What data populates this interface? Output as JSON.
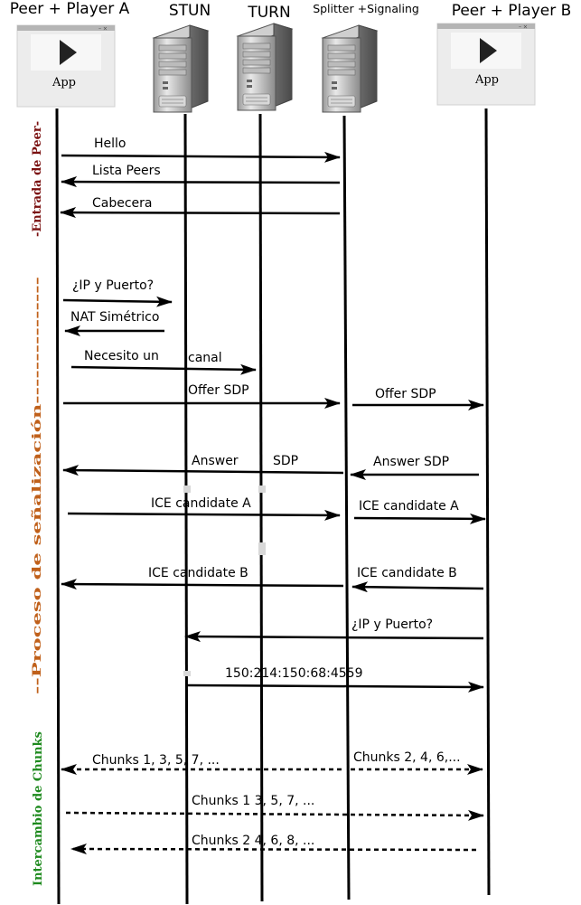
{
  "participants": {
    "peer_a": "Peer + Player A",
    "stun": "STUN",
    "turn": "TURN",
    "splitter": "Splitter +Signaling",
    "peer_b": "Peer + Player B"
  },
  "app_label": "App",
  "phases": {
    "entrada": {
      "label": "-Entrada de Peer-",
      "color": "#7a1010"
    },
    "senalizacion": {
      "label": "--Proceso de señalización---------------",
      "color": "#c0601a"
    },
    "intercambio": {
      "label": "Intercambio de Chunks",
      "color": "#1e8a1e"
    }
  },
  "messages": {
    "hello": "Hello",
    "lista_peers": "Lista Peers",
    "cabecera": "Cabecera",
    "ip_puerto_a": "¿IP y Puerto?",
    "nat_simetrico": "NAT Simétrico",
    "necesito_1": "Necesito un",
    "necesito_2": "canal",
    "offer_a": "Offer SDP",
    "offer_b": "Offer SDP",
    "answer_a_1": "Answer",
    "answer_a_2": "SDP",
    "answer_b": "Answer SDP",
    "ice_a_left": "ICE candidate A",
    "ice_a_right": "ICE candidate A",
    "ice_b_left": "ICE candidate B",
    "ice_b_right": "ICE candidate B",
    "ip_puerto_b": "¿IP y Puerto?",
    "ip_address": "150:214:150:68:4559",
    "chunks_a_odd": "Chunks 1, 3, 5, 7, ...",
    "chunks_b_even": "Chunks 2, 4, 6,...",
    "chunks_odd": "Chunks 1  3, 5, 7, ...",
    "chunks_even": "Chunks 2  4, 6, 8, ..."
  },
  "icons": {
    "app_window": "play-window-icon",
    "server": "server-tower-icon"
  }
}
